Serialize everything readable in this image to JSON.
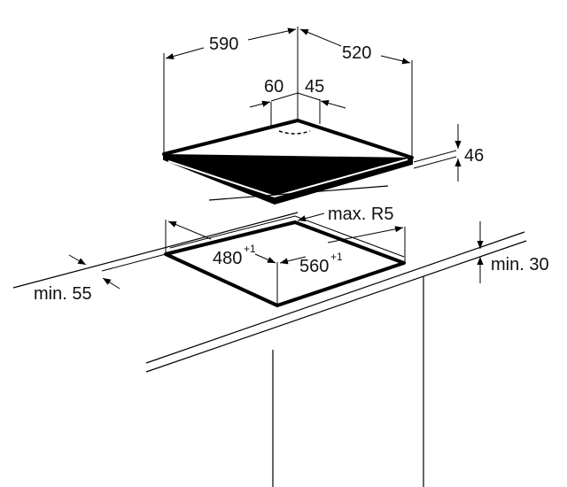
{
  "diagram": {
    "hob_dimensions": {
      "width": "590",
      "depth": "520",
      "offset_left": "60",
      "offset_right": "45",
      "height": "46"
    },
    "cutout": {
      "depth": "480",
      "depth_tolerance": "+1",
      "width": "560",
      "width_tolerance": "+1",
      "corner_radius": "max. R5"
    },
    "clearances": {
      "front": "min. 55",
      "below": "min. 30"
    }
  }
}
